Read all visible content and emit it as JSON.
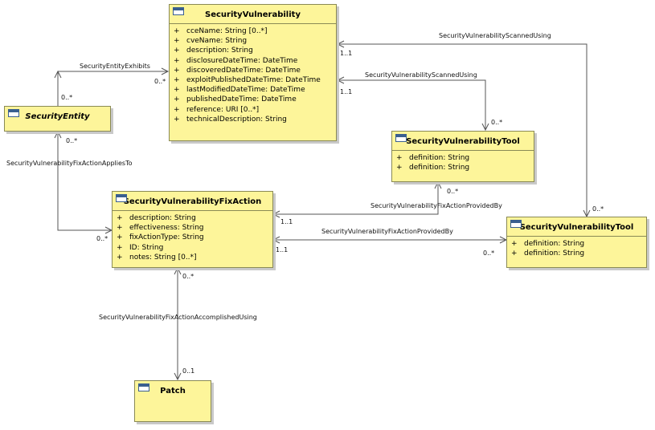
{
  "classes": {
    "security_vulnerability": {
      "name": "SecurityVulnerability",
      "attributes": [
        "cceName: String [0..*]",
        "cveName: String",
        "description: String",
        "disclosureDateTime: DateTime",
        "discoveredDateTime: DateTime",
        "exploitPublishedDateTime: DateTime",
        "lastModifiedDateTime: DateTime",
        "publishedDateTime: DateTime",
        "reference: URI [0..*]",
        "technicalDescription: String"
      ]
    },
    "security_entity": {
      "name": "SecurityEntity",
      "attributes": []
    },
    "security_vulnerability_tool_1": {
      "name": "SecurityVulnerabilityTool",
      "attributes": [
        "definition: String",
        "definition: String"
      ]
    },
    "security_vulnerability_fix_action": {
      "name": "SecurityVulnerabilityFixAction",
      "attributes": [
        "description: String",
        "effectiveness: String",
        "fixActionType: String",
        "ID: String",
        "notes: String [0..*]"
      ]
    },
    "security_vulnerability_tool_2": {
      "name": "SecurityVulnerabilityTool",
      "attributes": [
        "definition: String",
        "definition: String"
      ]
    },
    "patch": {
      "name": "Patch",
      "attributes": []
    }
  },
  "visibility_symbol": "+",
  "associations": {
    "entity_exhibits": {
      "label": "SecurityEntityExhibits",
      "mult_source": "0..*",
      "mult_target": "0..*"
    },
    "scanned_using_1": {
      "label": "SecurityVulnerabilityScannedUsing",
      "mult_source": "1..1",
      "mult_target": "0..*"
    },
    "scanned_using_2": {
      "label": "SecurityVulnerabilityScannedUsing",
      "mult_source": "1..1",
      "mult_target": "0..*"
    },
    "fix_applies_to": {
      "label": "SecurityVulnerabilityFixActionAppliesTo",
      "mult_source": "0..*",
      "mult_target": "0..*"
    },
    "fix_provided_by_1": {
      "label": "SecurityVulnerabilityFixActionProvidedBy",
      "mult_source": "1..1",
      "mult_target": "0..*"
    },
    "fix_provided_by_2": {
      "label": "SecurityVulnerabilityFixActionProvidedBy",
      "mult_source": "1..1",
      "mult_target": "0..*"
    },
    "fix_accomplished_using": {
      "label": "SecurityVulnerabilityFixActionAccomplishedUsing",
      "mult_source": "0..*",
      "mult_target": "0..1"
    }
  }
}
